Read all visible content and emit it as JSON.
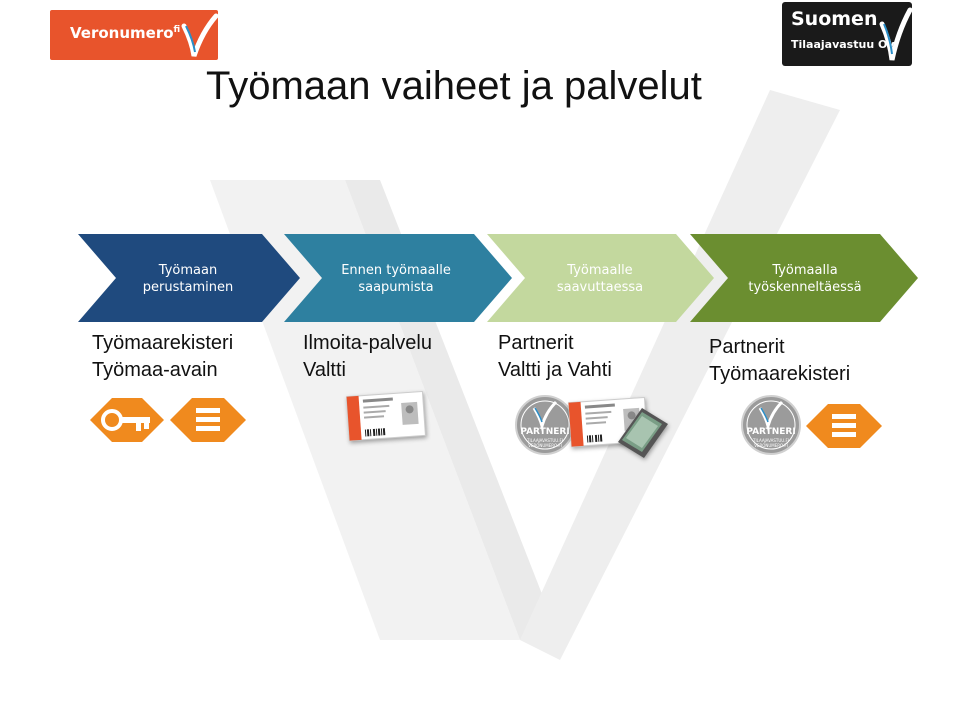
{
  "header": {
    "logo_left_text": "Veronumero",
    "logo_left_suffix": "fi",
    "logo_right_line1": "Suomen",
    "logo_right_line2": "Tilaajavastuu Oy"
  },
  "title": "Työmaan vaiheet ja palvelut",
  "colors": {
    "phase1": "#1f4a7e",
    "phase2": "#2e80a0",
    "phase3": "#c3d89e",
    "phase4": "#6b8e30",
    "orange": "#f08a1e",
    "logo_orange": "#e8542c"
  },
  "phases": [
    {
      "line1": "Työmaan",
      "line2": "perustaminen",
      "services": [
        "Työmaarekisteri",
        "Työmaa-avain"
      ],
      "icons": [
        "key-icon",
        "list-icon"
      ]
    },
    {
      "line1": "Ennen työmaalle",
      "line2": "saapumista",
      "services": [
        "Ilmoita-palvelu",
        "Valtti"
      ],
      "icons": [
        "valtti-card-icon"
      ]
    },
    {
      "line1": "Työmaalle",
      "line2": "saavuttaessa",
      "services": [
        "Partnerit",
        "Valtti ja Vahti"
      ],
      "icons": [
        "partneri-badge-icon",
        "valtti-card-icon",
        "vahti-reader-icon"
      ]
    },
    {
      "line1": "Työmaalla",
      "line2": "työskenneltäessä",
      "services": [
        "Partnerit",
        "Työmaarekisteri"
      ],
      "icons": [
        "partneri-badge-icon",
        "list-icon"
      ]
    }
  ],
  "badge": {
    "text": "PARTNERI",
    "subtext1": "TILAAJAVASTUU.FI",
    "subtext2": "VERONUMERO.FI"
  }
}
